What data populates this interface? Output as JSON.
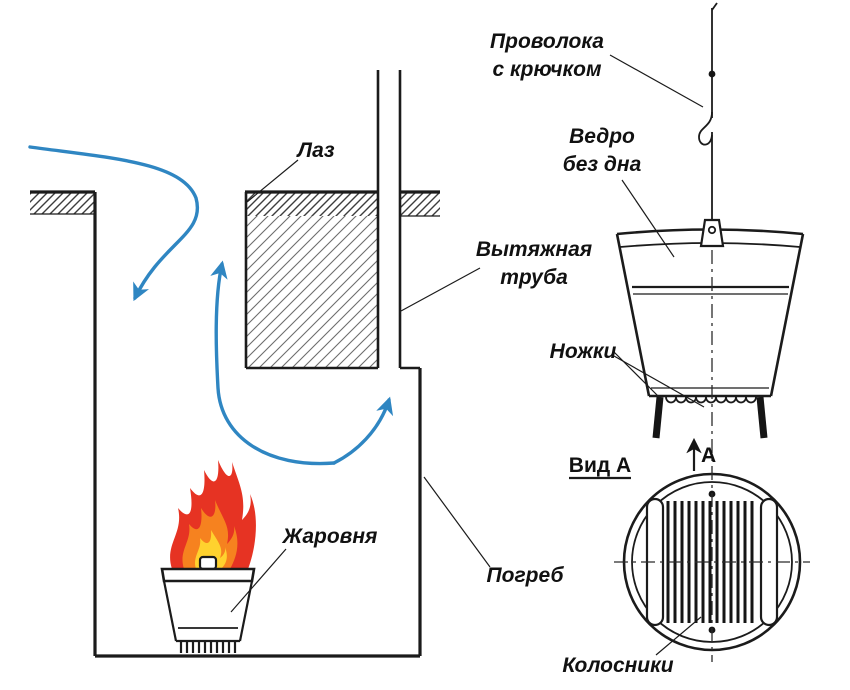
{
  "labels": {
    "laz": "Лаз",
    "truba_line1": "Вытяжная",
    "truba_line2": "труба",
    "zharovnya": "Жаровня",
    "pogreb": "Погреб",
    "provoloka_line1": "Проволока",
    "provoloka_line2": "с крючком",
    "vedro_line1": "Ведро",
    "vedro_line2": "без дна",
    "nozhki": "Ножки",
    "view_marker": "А",
    "view_title": "Вид А",
    "kolosniki": "Колосники"
  },
  "colors": {
    "line": "#1b1b1b",
    "arrow": "#2f86c2",
    "fire_outer": "#e63323",
    "fire_mid": "#f6821f",
    "fire_inner": "#ffd22e",
    "background": "#ffffff"
  }
}
